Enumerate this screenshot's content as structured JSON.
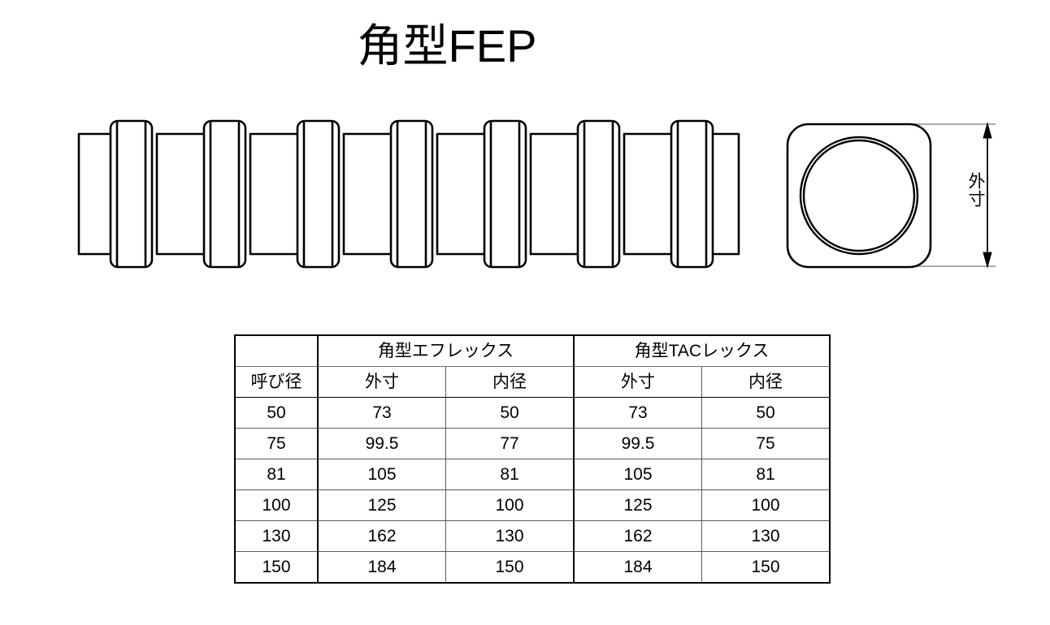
{
  "page": {
    "title": "角型FEP",
    "background_color": "#ffffff",
    "line_color": "#000000"
  },
  "drawings": {
    "side_view": {
      "name": "corrugated-square-pipe-side-view",
      "rib_count": 7,
      "description": "角型FEP 側面図"
    },
    "section_view": {
      "name": "square-pipe-cross-section",
      "description": "角型FEP 断面図",
      "dimension_label": "外寸"
    }
  },
  "table": {
    "group_headers": [
      {
        "label": "",
        "span": 1
      },
      {
        "label": "角型エフレックス",
        "span": 2
      },
      {
        "label": "角型TACレックス",
        "span": 2
      }
    ],
    "column_headers": [
      "呼び径",
      "外寸",
      "内径",
      "外寸",
      "内径"
    ],
    "rows": [
      [
        "50",
        "73",
        "50",
        "73",
        "50"
      ],
      [
        "75",
        "99.5",
        "77",
        "99.5",
        "75"
      ],
      [
        "81",
        "105",
        "81",
        "105",
        "81"
      ],
      [
        "100",
        "125",
        "100",
        "125",
        "100"
      ],
      [
        "130",
        "162",
        "130",
        "162",
        "130"
      ],
      [
        "150",
        "184",
        "150",
        "184",
        "150"
      ]
    ]
  },
  "chart_data": {
    "type": "table",
    "title": "角型FEP",
    "categories": [
      "50",
      "75",
      "81",
      "100",
      "130",
      "150"
    ],
    "xlabel": "呼び径",
    "ylabel": "",
    "series": [
      {
        "name": "角型エフレックス 外寸",
        "values": [
          73,
          99.5,
          105,
          125,
          162,
          184
        ]
      },
      {
        "name": "角型エフレックス 内径",
        "values": [
          50,
          77,
          81,
          100,
          130,
          150
        ]
      },
      {
        "name": "角型TACレックス 外寸",
        "values": [
          73,
          99.5,
          105,
          125,
          162,
          184
        ]
      },
      {
        "name": "角型TACレックス 内径",
        "values": [
          50,
          75,
          81,
          100,
          130,
          150
        ]
      }
    ]
  }
}
